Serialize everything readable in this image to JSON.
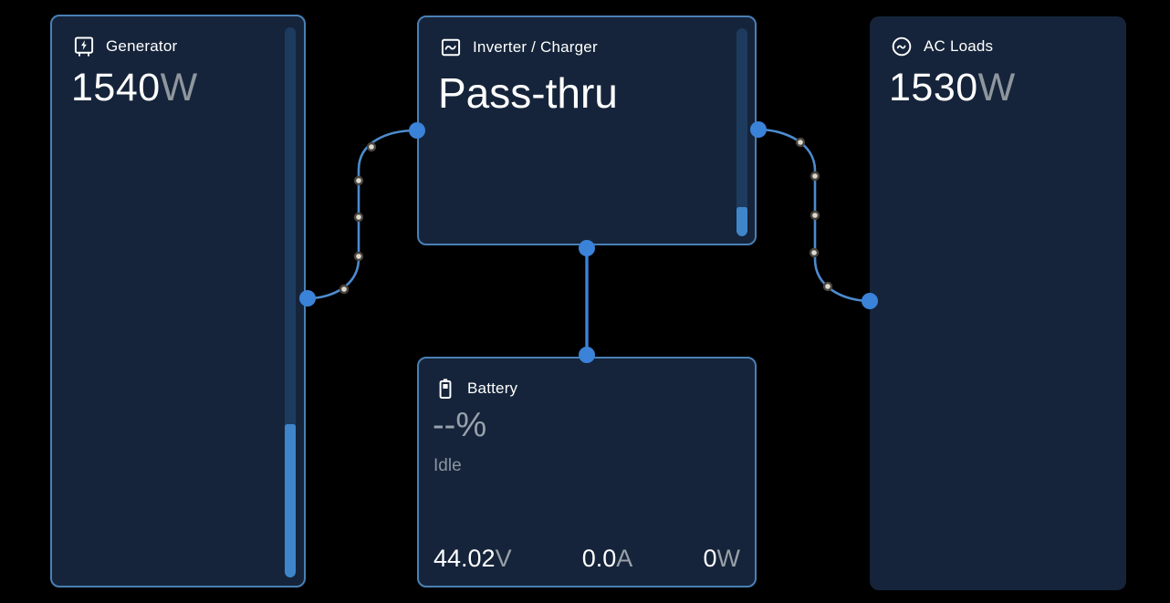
{
  "colors": {
    "background": "#000000",
    "tile_background": "#15243a",
    "tile_border": "#4a80b5",
    "gauge_track": "#1d3b5f",
    "gauge_fill": "#3e86c9",
    "flow_line": "#4d8bcd",
    "flow_node": "#3b82d9",
    "flow_particle": "#ded9cd",
    "text_primary": "#ffffff",
    "text_unit": "#8f969e",
    "text_muted": "#8b95a0"
  },
  "tiles": {
    "generator": {
      "icon": "generator-icon",
      "label": "Generator",
      "value": "1540",
      "unit": "W",
      "bar_style": "height:27.8%"
    },
    "inverter": {
      "icon": "inverter-charger-icon",
      "label": "Inverter / Charger",
      "state": "Pass-thru",
      "bar_style": "height:14%"
    },
    "ac_loads": {
      "icon": "ac-loads-icon",
      "label": "AC Loads",
      "value": "1530",
      "unit": "W"
    },
    "battery": {
      "icon": "battery-icon",
      "label": "Battery",
      "soc_value": "--",
      "soc_unit": "%",
      "state": "Idle",
      "voltage": "44.02",
      "voltage_unit": "V",
      "current": "0.0",
      "current_unit": "A",
      "power": "0",
      "power_unit": "W"
    }
  },
  "connections": [
    {
      "from": "generator",
      "to": "inverter",
      "active": true
    },
    {
      "from": "inverter",
      "to": "ac_loads",
      "active": true
    },
    {
      "from": "inverter",
      "to": "battery",
      "active": false
    }
  ]
}
